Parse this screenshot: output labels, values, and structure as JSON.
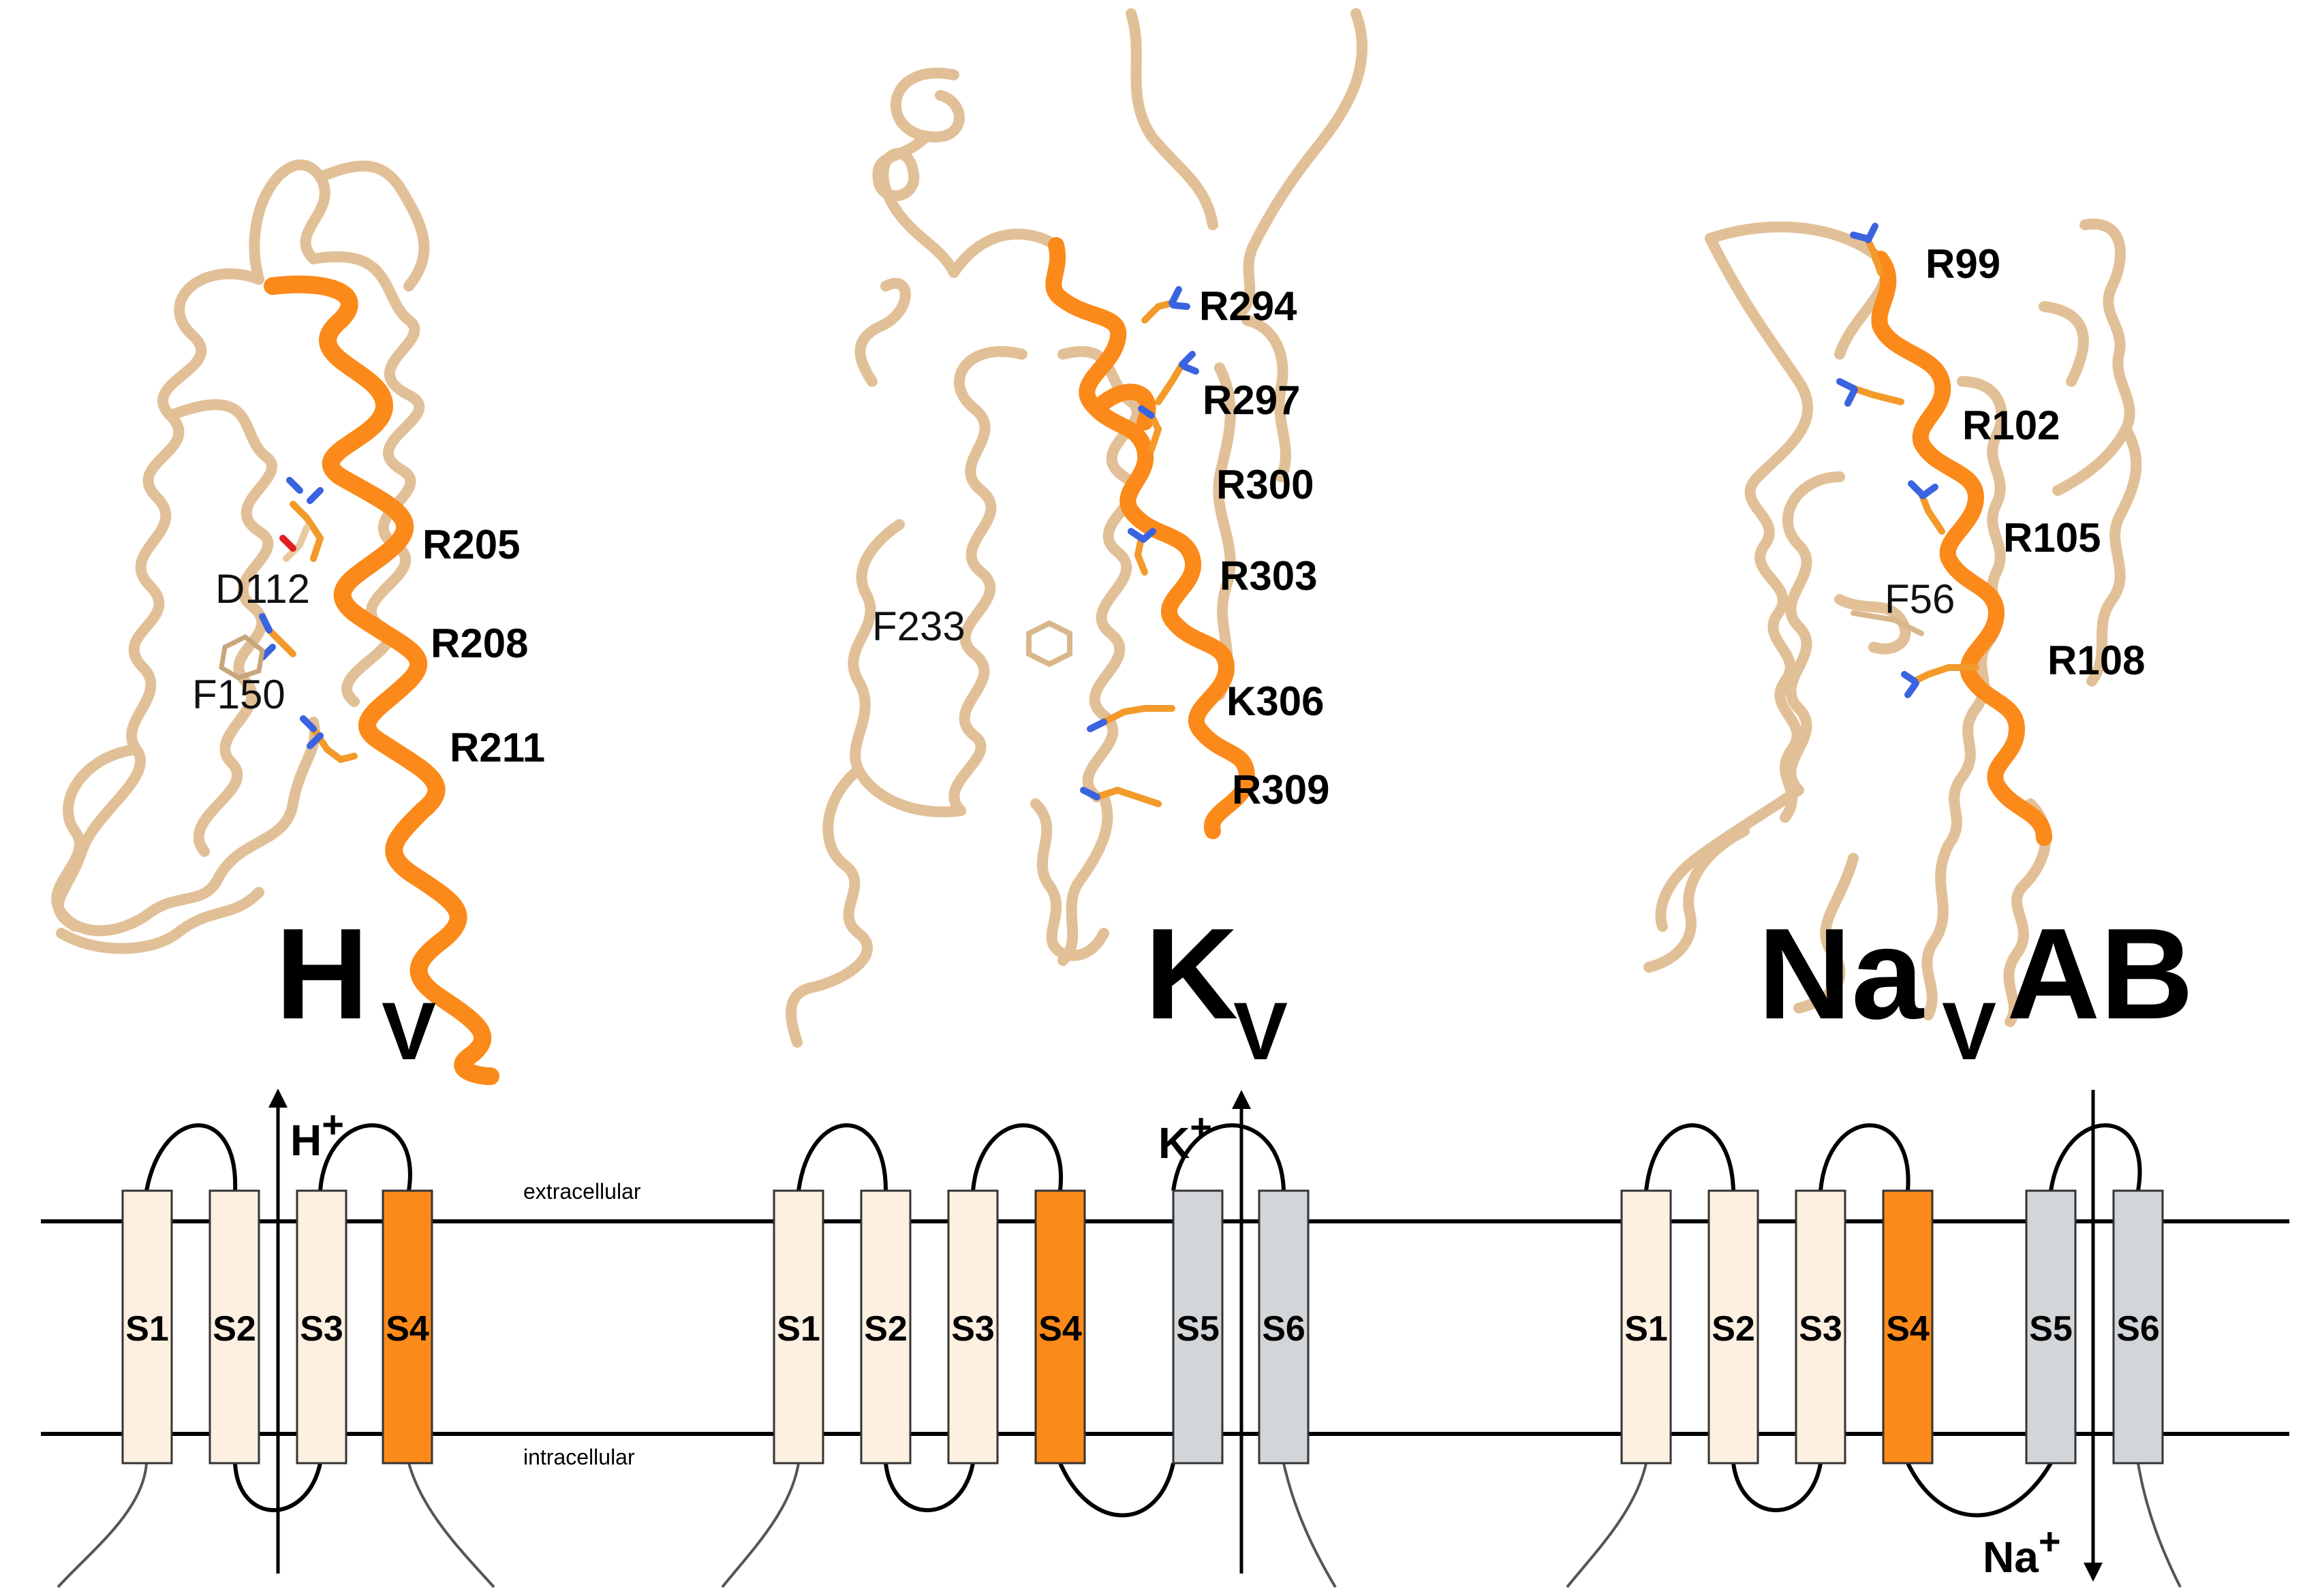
{
  "channels": [
    {
      "name": "H",
      "subscript": "V",
      "labels_bold": [
        "R205",
        "R208",
        "R211"
      ],
      "labels_plain": [
        "D112",
        "F150"
      ],
      "segments": [
        "S1",
        "S2",
        "S3",
        "S4"
      ],
      "ion_base": "H",
      "ion_charge": "+"
    },
    {
      "name": "K",
      "subscript": "V",
      "labels_bold": [
        "R294",
        "R297",
        "R300",
        "R303",
        "K306",
        "R309"
      ],
      "labels_plain": [
        "F233"
      ],
      "segments": [
        "S1",
        "S2",
        "S3",
        "S4",
        "S5",
        "S6"
      ],
      "ion_base": "K",
      "ion_charge": "+"
    },
    {
      "name_pre": "Na",
      "subscript": "V",
      "name_post": "AB",
      "labels_bold": [
        "R99",
        "R102",
        "R105",
        "R108"
      ],
      "labels_plain": [
        "F56"
      ],
      "segments": [
        "S1",
        "S2",
        "S3",
        "S4",
        "S5",
        "S6"
      ],
      "ion_base": "Na",
      "ion_charge": "+"
    }
  ],
  "membrane": {
    "top_label": "extracellular",
    "bottom_label": "intracellular"
  },
  "colors": {
    "helix_tan": "#e8c9a0",
    "helix_tan_edge": "#b8966c",
    "s4_orange": "#fb8a1a",
    "s4_dark": "#d66e08",
    "segment_cream": "#fdf0e1",
    "segment_grey": "#d2d6d9",
    "nitrogen_blue": "#3a63e0",
    "oxygen_red": "#e02020"
  }
}
